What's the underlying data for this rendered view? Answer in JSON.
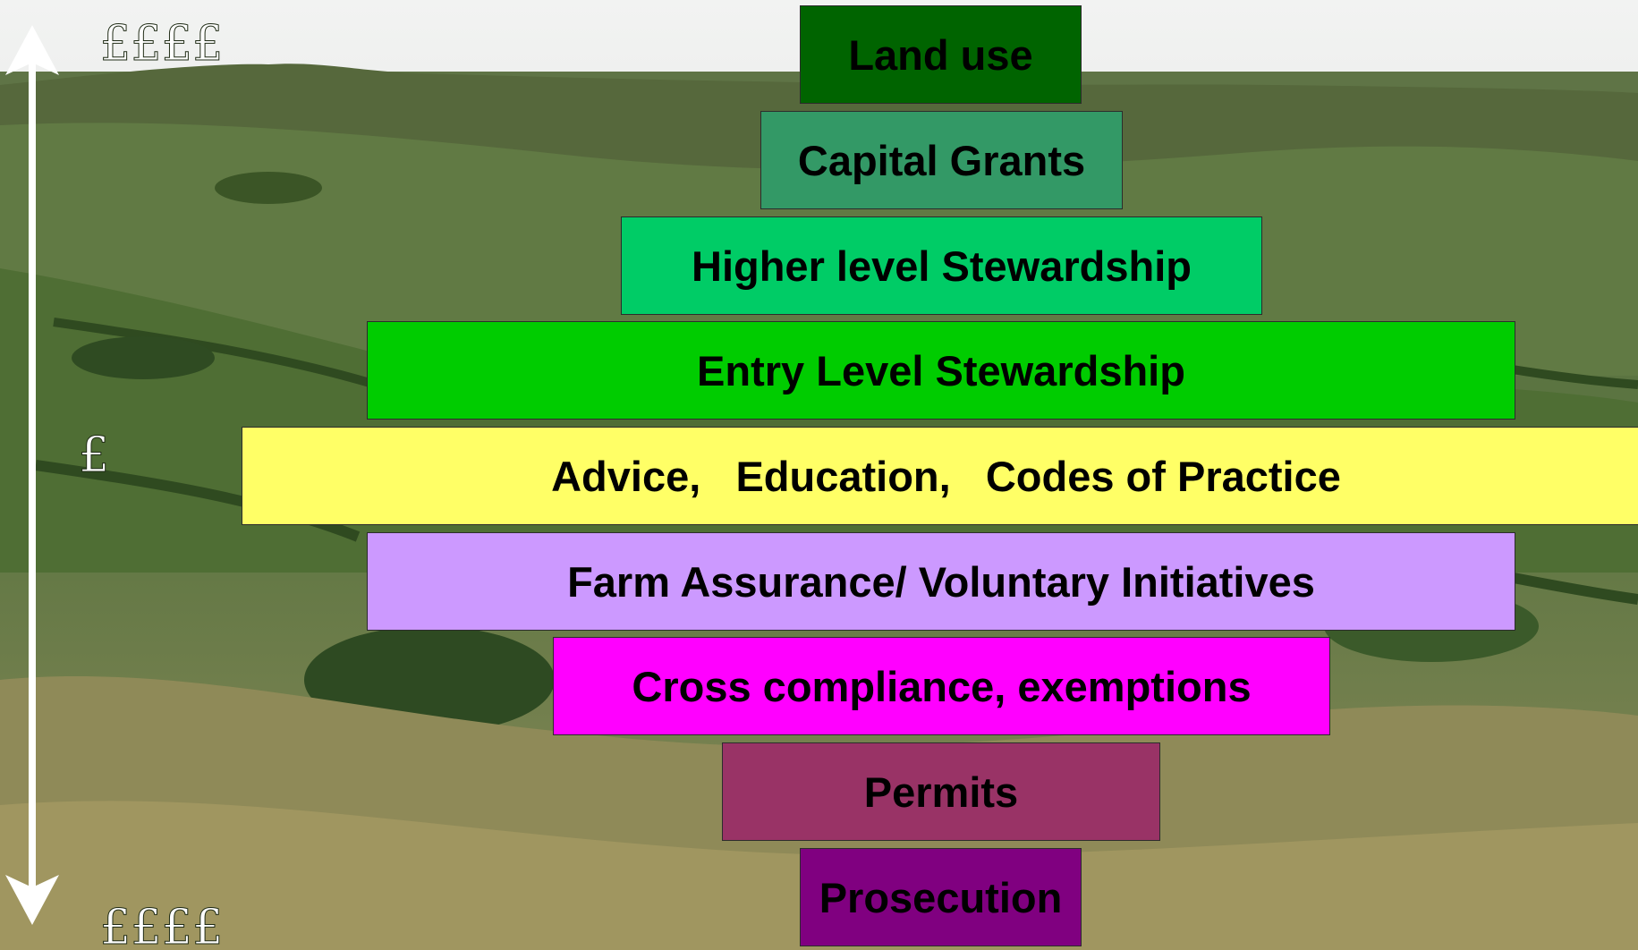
{
  "diagram": {
    "cost_scale": {
      "top_label": "££££",
      "middle_label": "£",
      "bottom_label": "££££"
    },
    "tiers": [
      {
        "label": "Land use",
        "color": "#006400"
      },
      {
        "label": "Capital Grants",
        "color": "#339966"
      },
      {
        "label": "Higher level Stewardship",
        "color": "#00cc66"
      },
      {
        "label": "Entry Level Stewardship",
        "color": "#00cc00"
      },
      {
        "label": "Advice,   Education,   Codes of Practice",
        "color": "#ffff66"
      },
      {
        "label": "Farm Assurance/ Voluntary Initiatives",
        "color": "#cc99ff"
      },
      {
        "label": "Cross compliance, exemptions",
        "color": "#ff00ff"
      },
      {
        "label": "Permits",
        "color": "#993366"
      },
      {
        "label": "Prosecution",
        "color": "#800080"
      }
    ]
  }
}
